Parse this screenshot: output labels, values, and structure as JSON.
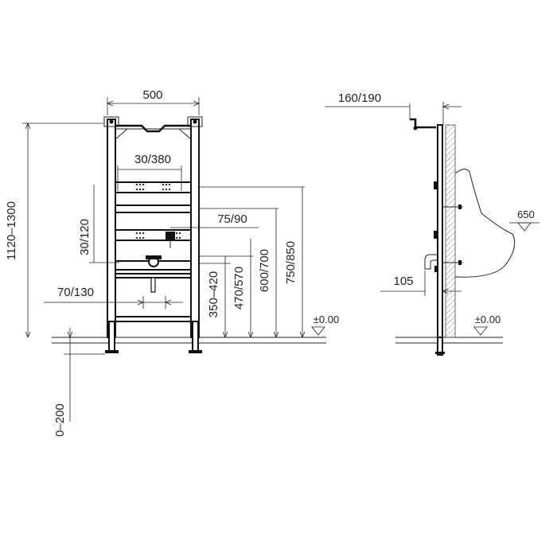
{
  "front_view": {
    "width": "500",
    "total_height": "1120–1300",
    "rail_spacing": "30/380",
    "rail_offset": "75/90",
    "vertical_offset": "30/120",
    "drain_offset": "70/130",
    "height_a": "350–420",
    "height_b": "470/570",
    "height_c": "600/700",
    "height_d": "750/850",
    "floor_level": "±0.00",
    "leg_extension": "0–200"
  },
  "side_view": {
    "wall_distance": "160/190",
    "pipe_offset": "105",
    "urinal_depth": "650",
    "floor_level": "±0.00"
  }
}
